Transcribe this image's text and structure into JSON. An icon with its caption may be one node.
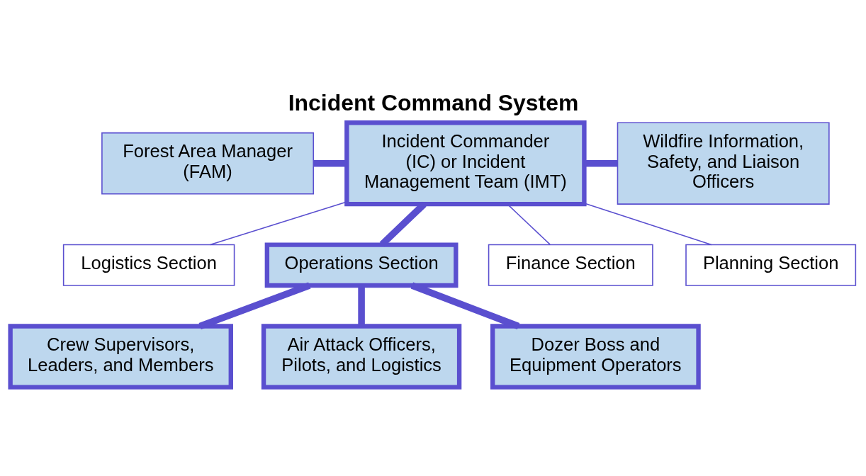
{
  "diagram": {
    "title": "Incident Command System",
    "nodes": [
      {
        "text": [
          "Forest Area Manager (FAM)"
        ]
      },
      {
        "text": [
          "Incident Commander (IC) or Incident Management Team (IMT)"
        ]
      },
      {
        "text": [
          "Wildfire Information, Safety, and Liaison Officers"
        ]
      },
      {
        "text": [
          "Logistics Section"
        ]
      },
      {
        "text": [
          "Operations Section"
        ]
      },
      {
        "text": [
          "Finance Section"
        ]
      },
      {
        "text": [
          "Planning Section"
        ]
      },
      {
        "text": [
          "Crew Supervisors, Leaders, and Members"
        ]
      },
      {
        "text": [
          "Air Attack Officers, Pilots, and Logistics"
        ]
      },
      {
        "text": [
          "Dozer Boss and Equipment Operators"
        ]
      }
    ],
    "edges": [
      {
        "from": 0,
        "to": 1,
        "arrow": "none"
      },
      {
        "from": 1,
        "to": 2,
        "arrow": "none"
      },
      {
        "from": 1,
        "to": 3,
        "arrow": "none"
      },
      {
        "from": 1,
        "to": 6,
        "arrow": "none"
      },
      {
        "from": 1,
        "to": 5,
        "arrow": "none"
      },
      {
        "from": 1,
        "to": 4,
        "arrow": "none"
      },
      {
        "from": 4,
        "to": 7,
        "arrow": "none"
      },
      {
        "from": 4,
        "to": 8,
        "arrow": "none"
      },
      {
        "from": 4,
        "to": 9,
        "arrow": "none"
      }
    ]
  }
}
